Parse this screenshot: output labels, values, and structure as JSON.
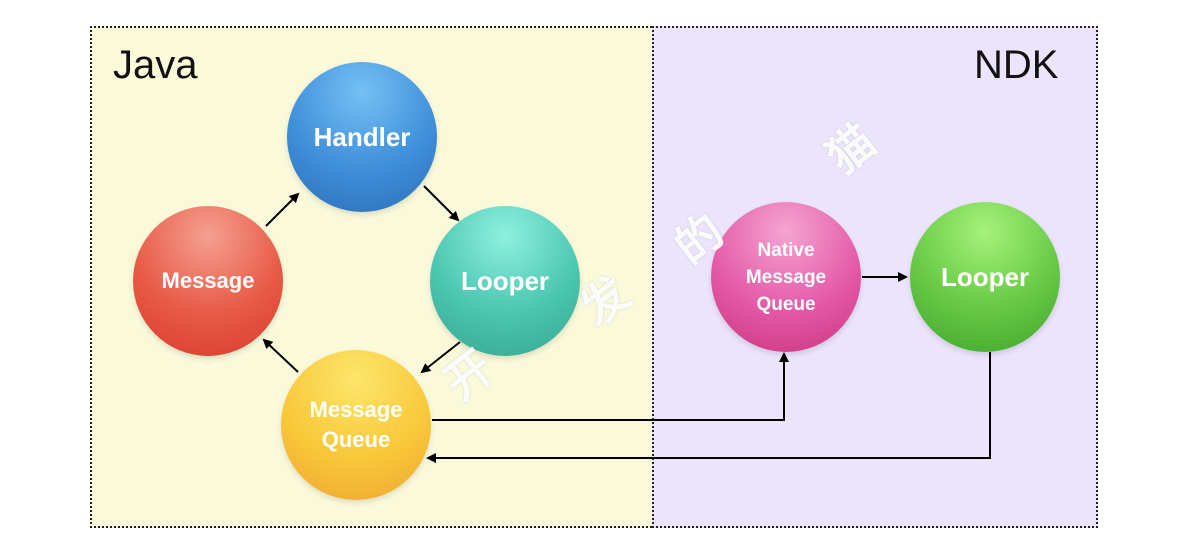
{
  "panels": {
    "java": {
      "title": "Java",
      "background": "#fafadb"
    },
    "ndk": {
      "title": "NDK",
      "background": "#ebe4fc"
    }
  },
  "nodes": {
    "handler": {
      "label": "Handler",
      "color": "#3f8fd9"
    },
    "looper_java": {
      "label": "Looper",
      "color": "#4ac6b1"
    },
    "message": {
      "label": "Message",
      "color": "#e85a47"
    },
    "message_queue": {
      "label": "Message\nQueue",
      "color": "#f8c83a"
    },
    "native_message_queue": {
      "label": "Native\nMessage\nQueue",
      "color": "#e45aa8"
    },
    "looper_ndk": {
      "label": "Looper",
      "color": "#66c845"
    }
  },
  "edges": [
    {
      "from": "message",
      "to": "handler"
    },
    {
      "from": "handler",
      "to": "looper_java"
    },
    {
      "from": "looper_java",
      "to": "message_queue"
    },
    {
      "from": "message_queue",
      "to": "message"
    },
    {
      "from": "message_queue",
      "to": "native_message_queue"
    },
    {
      "from": "native_message_queue",
      "to": "looper_ndk"
    },
    {
      "from": "looper_ndk",
      "to": "message_queue"
    }
  ],
  "watermark": {
    "chars": [
      "开",
      "发",
      "的",
      "猫"
    ]
  }
}
